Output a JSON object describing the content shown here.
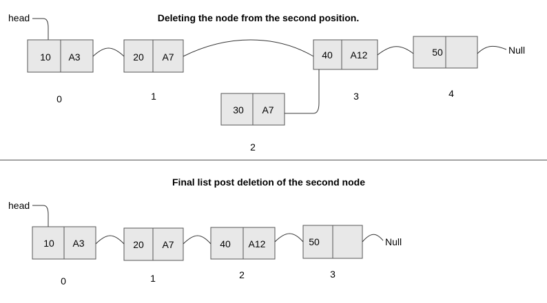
{
  "top": {
    "title": "Deleting the node from the second position.",
    "head_label": "head",
    "null_label": "Null",
    "nodes": [
      {
        "value": "10",
        "next": "A3",
        "index": "0"
      },
      {
        "value": "20",
        "next": "A7",
        "index": "1"
      },
      {
        "value": "30",
        "next": "A7",
        "index": "2"
      },
      {
        "value": "40",
        "next": "A12",
        "index": "3"
      },
      {
        "value": "50",
        "next": "",
        "index": "4"
      }
    ]
  },
  "bottom": {
    "title": "Final list post deletion of the second node",
    "head_label": "head",
    "null_label": "Null",
    "nodes": [
      {
        "value": "10",
        "next": "A3",
        "index": "0"
      },
      {
        "value": "20",
        "next": "A7",
        "index": "1"
      },
      {
        "value": "40",
        "next": "A12",
        "index": "2"
      },
      {
        "value": "50",
        "next": "",
        "index": "3"
      }
    ]
  }
}
